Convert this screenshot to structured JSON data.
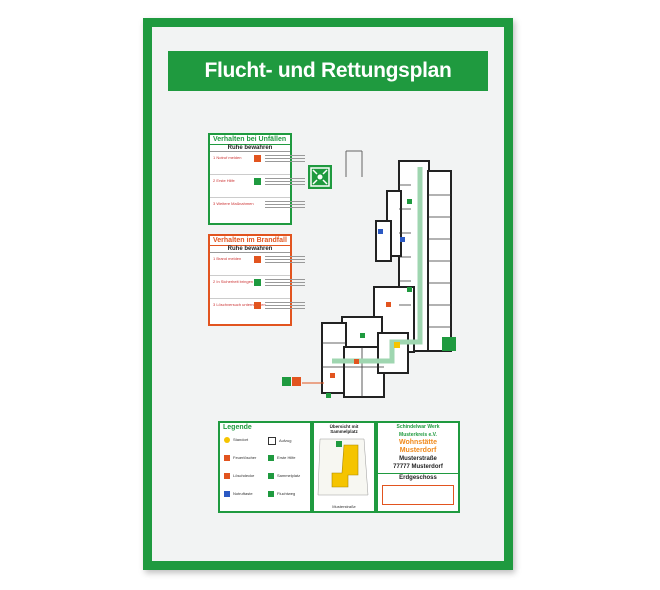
{
  "plan": {
    "title": "Flucht- und Rettungsplan",
    "accidents": {
      "header": "Verhalten bei Unfällen",
      "subheader": "Ruhe bewahren",
      "steps": [
        "1 Notruf melden",
        "2 Erste Hilfe",
        "3 Weitere Maßnahmen"
      ]
    },
    "fire": {
      "header": "Verhalten im Brandfall",
      "subheader": "Ruhe bewahren",
      "steps": [
        "1 Brand melden",
        "2 In Sicherheit bringen",
        "3 Löschversuch unternehmen"
      ]
    },
    "legend": {
      "header": "Legende",
      "items": [
        "Standort",
        "Aufzug",
        "Feuerlöscher",
        "Erste Hilfe",
        "Löschdecke",
        "Sammelplatz",
        "Notruftaste",
        "Fluchtweg"
      ]
    },
    "overview": {
      "header": "Übersicht mit Sammelplatz",
      "street": "Musterstraße"
    },
    "address": {
      "line1": "Schindelwar Werk",
      "line2": "Musterkreis e.V.",
      "line3": "Wohnstätte",
      "line4": "Musterdorf",
      "line5": "Musterstraße",
      "line6": "77777 Musterdorf",
      "floor": "Erdgeschoss"
    },
    "colors": {
      "frame": "#1f9a3f",
      "fire": "#e2541f",
      "orange": "#f08a1c"
    }
  }
}
